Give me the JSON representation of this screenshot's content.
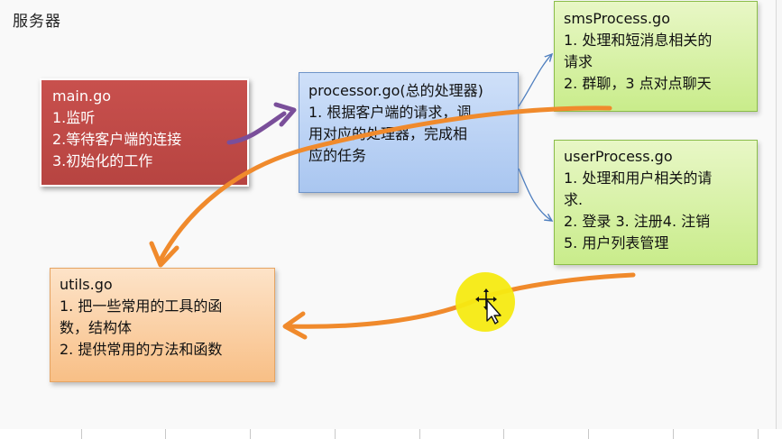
{
  "slide": {
    "title": "服务器"
  },
  "boxes": {
    "main": {
      "title": "main.go",
      "lines": [
        "1.监听",
        "2.等待客户端的连接",
        "3.初始化的工作"
      ]
    },
    "processor": {
      "title": "processor.go(总的处理器)",
      "lines": [
        "1. 根据客户端的请求，调",
        "用对应的处理器，完成相",
        "应的任务"
      ]
    },
    "sms": {
      "title": "smsProcess.go",
      "lines": [
        "1. 处理和短消息相关的",
        "请求",
        "2.  群聊，3 点对点聊天"
      ]
    },
    "user": {
      "title": "userProcess.go",
      "lines": [
        "1. 处理和用户相关的请",
        "求.",
        "2. 登录 3. 注册4.  注销",
        "5. 用户列表管理"
      ]
    },
    "utils": {
      "title": "utils.go",
      "lines": [
        "1. 把一些常用的工具的函",
        "数，结构体",
        "2. 提供常用的方法和函数"
      ]
    }
  },
  "colors": {
    "main_fill": "#b94643",
    "processor_fill": "#b7cff3",
    "sms_fill": "#d4f0a2",
    "user_fill": "#d4f0a2",
    "utils_fill": "#fbcf9f",
    "annotation_orange": "#f08a2c",
    "annotation_purple": "#7a4f9a",
    "connector_blue": "#4f7fbf",
    "cursor_highlight": "#f6ea12"
  },
  "cursor": {
    "icon": "move-cursor-icon"
  }
}
